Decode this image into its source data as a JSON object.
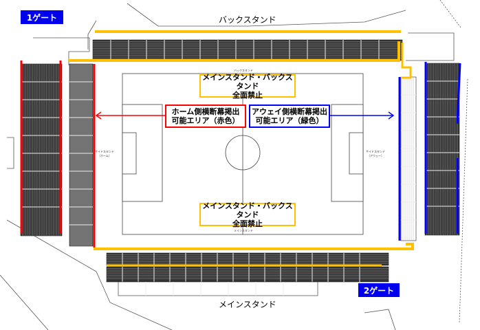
{
  "gates": {
    "gate1": "1ゲート",
    "gate2": "2ゲート"
  },
  "stands": {
    "back": "バックスタンド",
    "main": "メインスタンド",
    "back_small": "バックスタンド",
    "main_small": "メインスタンド",
    "side_home": "サイドスタンド",
    "side_home_sub": "（ホーム）",
    "side_away": "サイドスタンド",
    "side_away_sub": "（アウェー）"
  },
  "notices": {
    "top_line1": "メインスタンド・バックスタンド",
    "top_line2": "全面禁止",
    "bottom_line1": "メインスタンド・バックスタンド",
    "bottom_line2": "全面禁止",
    "home_line1": "ホーム側横断幕掲出",
    "home_line2": "可能エリア（赤色）",
    "away_line1": "アウェイ側横断幕掲出",
    "away_line2": "可能エリア（緑色）"
  },
  "colors": {
    "home": "#ff0000",
    "away": "#0000ff",
    "prohibited": "#ffc000",
    "gate": "#0000ee",
    "seat": "#333333"
  }
}
